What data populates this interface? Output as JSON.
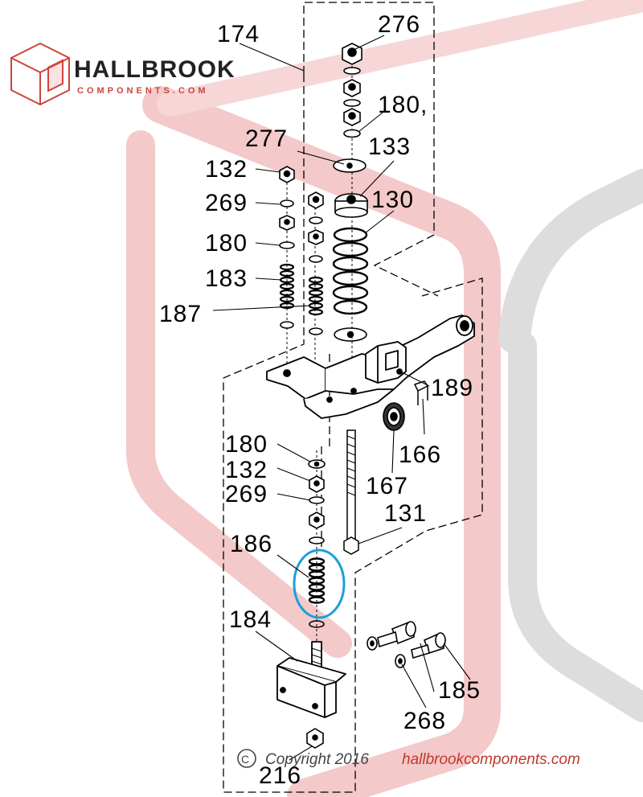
{
  "logo": {
    "name": "HALLBROOK",
    "tagline": "COMPONENTS.COM",
    "accent_color": "#d0443a"
  },
  "callouts": {
    "p174": "174",
    "p276": "276",
    "p180a": "180,",
    "p277": "277",
    "p133": "133",
    "p132a": "132",
    "p130": "130",
    "p269a": "269",
    "p180b": "180",
    "p183": "183",
    "p187": "187",
    "p189": "189",
    "p166": "166",
    "p180c": "180",
    "p132b": "132",
    "p167": "167",
    "p269b": "269",
    "p131": "131",
    "p186": "186",
    "p184": "184",
    "p185": "185",
    "p268": "268",
    "p216": "216"
  },
  "highlight": {
    "part": "186",
    "color": "#1aa0d8"
  },
  "copyright": {
    "prefix": "Copyright 2016",
    "site": "hallbrookcomponents.com"
  }
}
